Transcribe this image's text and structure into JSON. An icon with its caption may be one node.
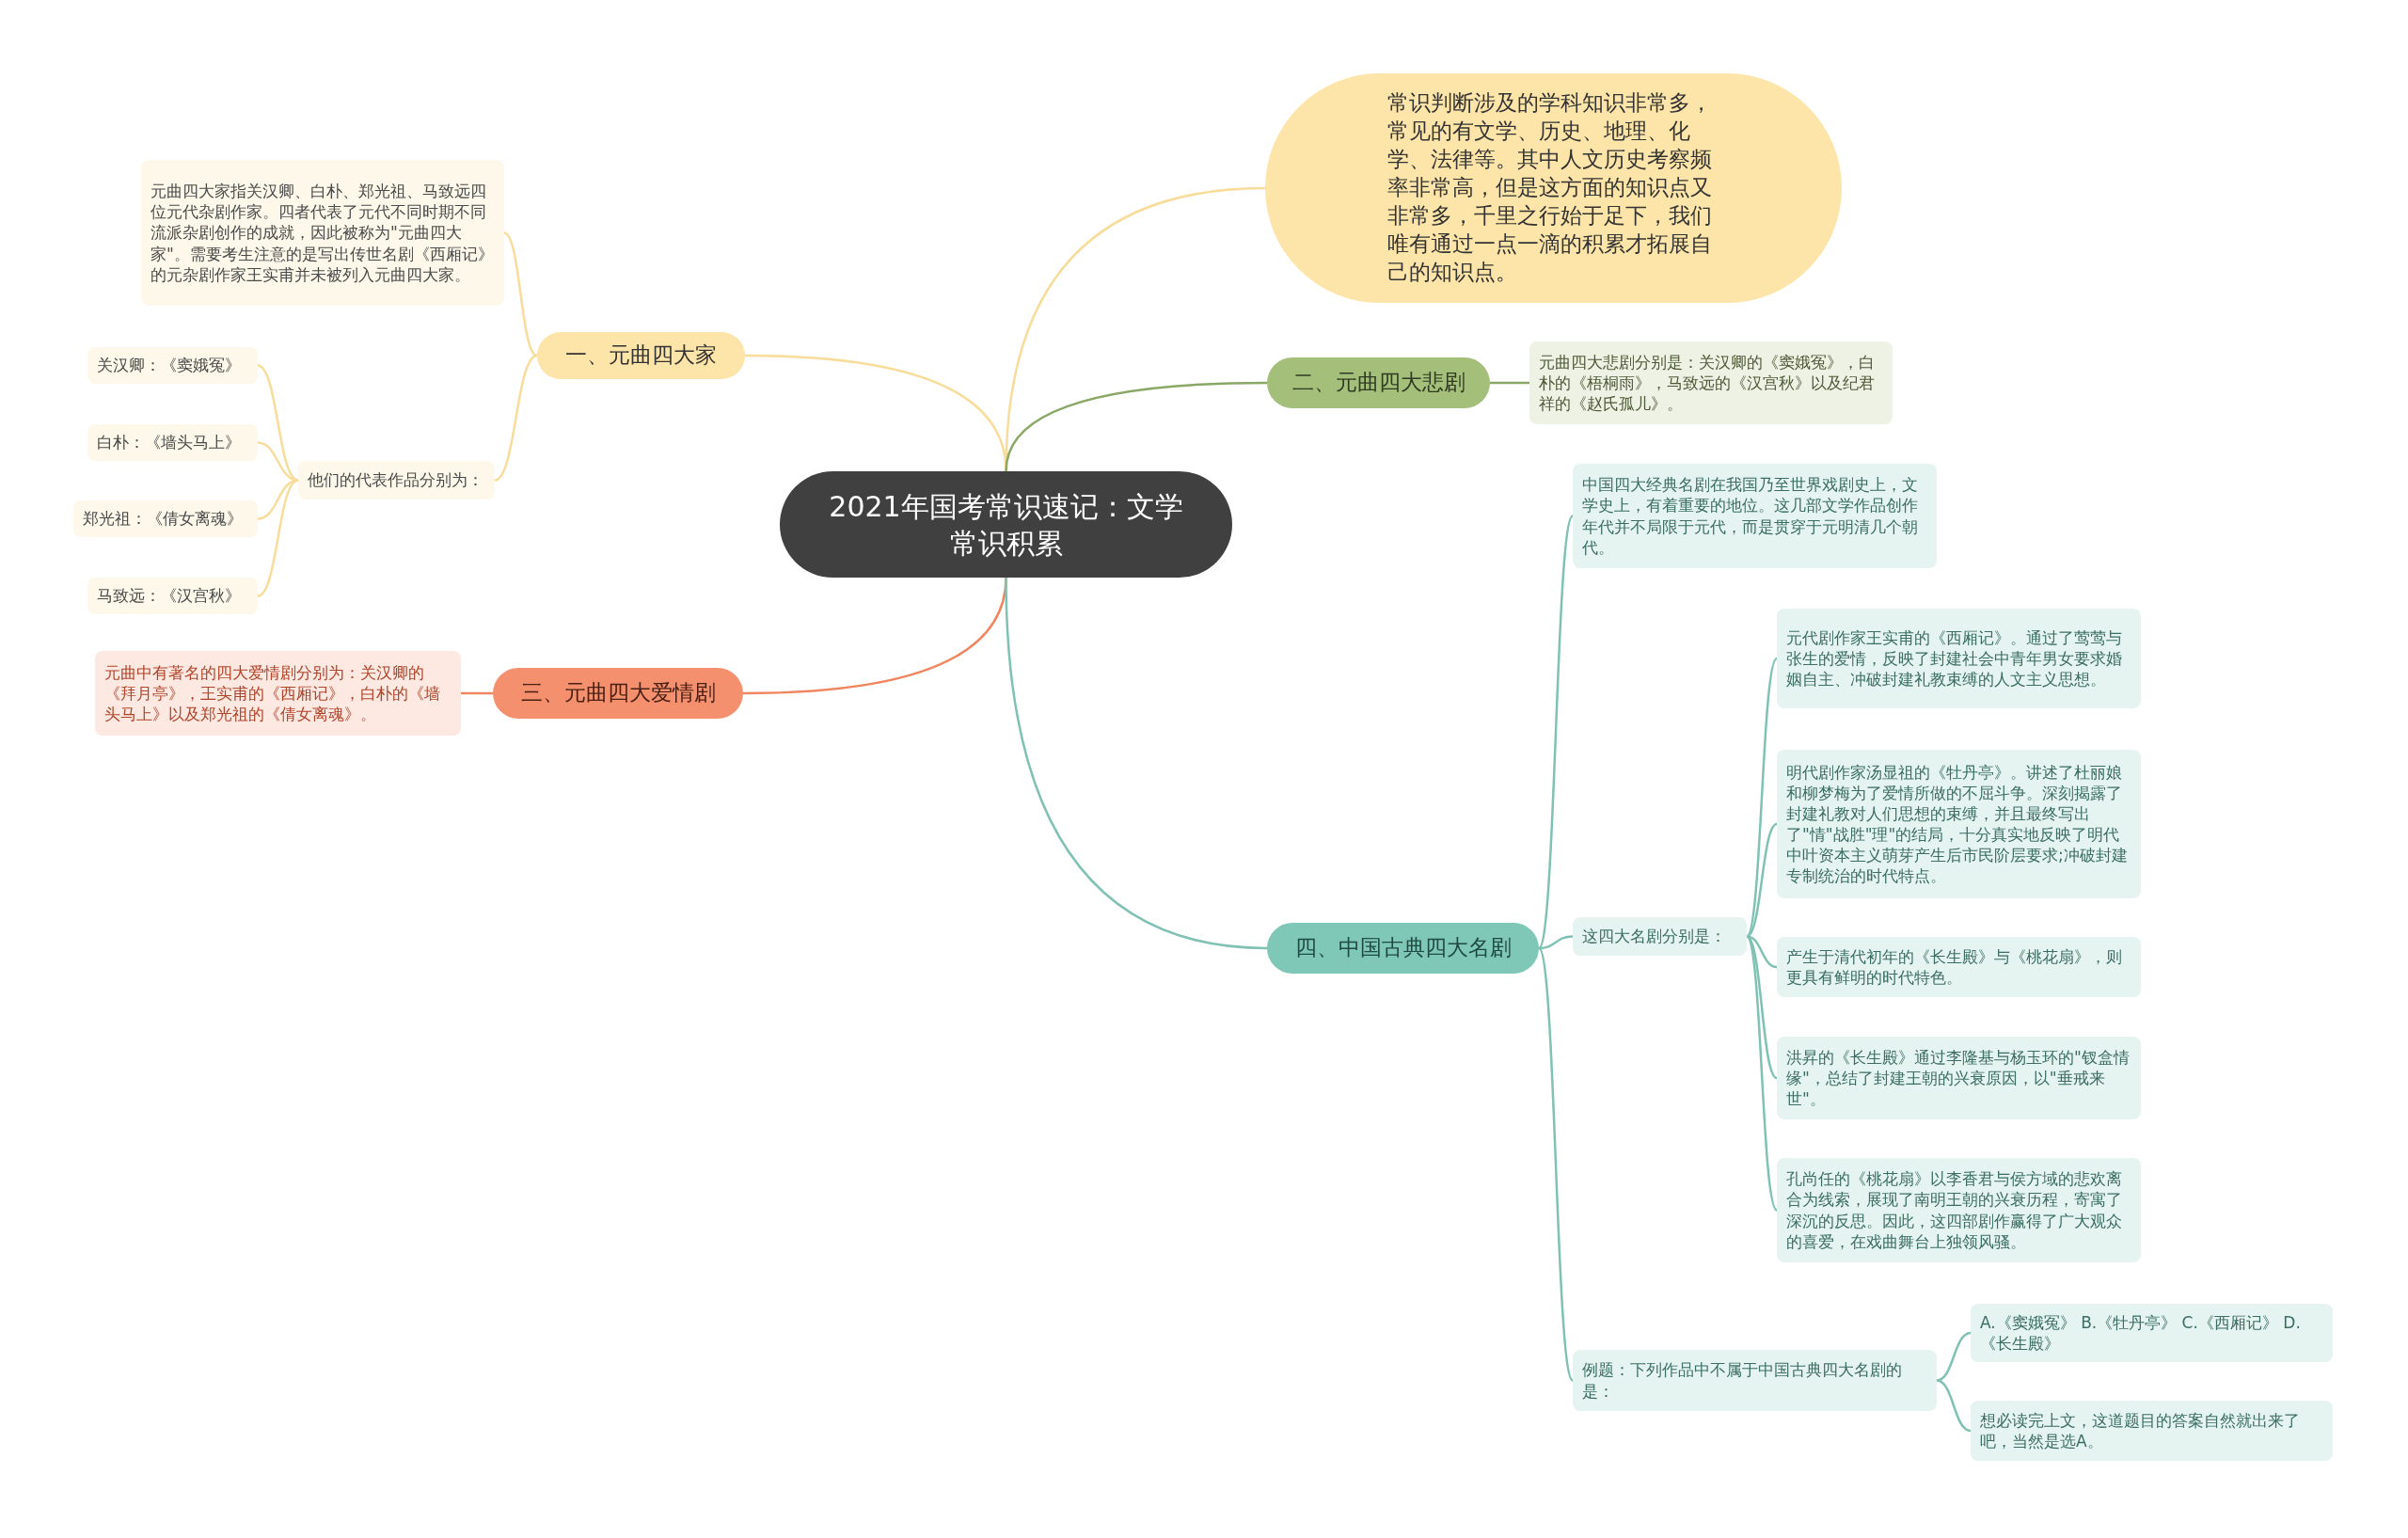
{
  "diagram": {
    "nodes": [
      {
        "text": [
          "2021年国考常识速记：文学常识积累"
        ]
      },
      {
        "text": [
          "常识判断涉及的学科知识非常多，常见的有文学、历史、地理、化学、法律等。其中人文历史考察频率非常高，但是这方面的知识点又非常多，千里之行始于足下，我们唯有通过一点一滴的积累才拓展自己的知识点。"
        ]
      },
      {
        "text": [
          "一、元曲四大家"
        ]
      },
      {
        "text": [
          "元曲四大家指关汉卿、白朴、郑光祖、马致远四位元代杂剧作家。四者代表了元代不同时期不同流派杂剧创作的成就，因此被称为\"元曲四大家\"。需要考生注意的是写出传世名剧《西厢记》的元杂剧作家王实甫并未被列入元曲四大家。"
        ]
      },
      {
        "text": [
          "他们的代表作品分别为："
        ]
      },
      {
        "text": [
          "关汉卿：《窦娥冤》"
        ]
      },
      {
        "text": [
          "白朴：《墙头马上》"
        ]
      },
      {
        "text": [
          "郑光祖：《倩女离魂》"
        ]
      },
      {
        "text": [
          "马致远：《汉宫秋》"
        ]
      },
      {
        "text": [
          "二、元曲四大悲剧"
        ]
      },
      {
        "text": [
          "元曲四大悲剧分别是：关汉卿的《窦娥冤》，白朴的《梧桐雨》，马致远的《汉宫秋》以及纪君祥的《赵氏孤儿》。"
        ]
      },
      {
        "text": [
          "三、元曲四大爱情剧"
        ]
      },
      {
        "text": [
          "元曲中有著名的四大爱情剧分别为：关汉卿的《拜月亭》，王实甫的《西厢记》，白朴的《墙头马上》以及郑光祖的《倩女离魂》。"
        ]
      },
      {
        "text": [
          "四、中国古典四大名剧"
        ]
      },
      {
        "text": [
          "中国四大经典名剧在我国乃至世界戏剧史上，文学史上，有着重要的地位。这几部文学作品创作年代并不局限于元代，而是贯穿于元明清几个朝代。"
        ]
      },
      {
        "text": [
          "这四大名剧分别是："
        ]
      },
      {
        "text": [
          "元代剧作家王实甫的《西厢记》。通过了莺莺与张生的爱情，反映了封建社会中青年男女要求婚姻自主、冲破封建礼教束缚的人文主义思想。"
        ]
      },
      {
        "text": [
          "明代剧作家汤显祖的《牡丹亭》。讲述了杜丽娘和柳梦梅为了爱情所做的不屈斗争。深刻揭露了封建礼教对人们思想的束缚，并且最终写出了\"情\"战胜\"理\"的结局，十分真实地反映了明代中叶资本主义萌芽产生后市民阶层要求;冲破封建专制统治的时代特点。"
        ]
      },
      {
        "text": [
          "产生于清代初年的《长生殿》与《桃花扇》，则更具有鲜明的时代特色。"
        ]
      },
      {
        "text": [
          "洪昇的《长生殿》通过李隆基与杨玉环的\"钗盒情缘\"，总结了封建王朝的兴衰原因，以\"垂戒来世\"。"
        ]
      },
      {
        "text": [
          "孔尚任的《桃花扇》以李香君与侯方域的悲欢离合为线索，展现了南明王朝的兴衰历程，寄寓了深沉的反思。因此，这四部剧作赢得了广大观众的喜爱，在戏曲舞台上独领风骚。"
        ]
      },
      {
        "text": [
          "例题：下列作品中不属于中国古典四大名剧的是："
        ]
      },
      {
        "text": [
          "A.《窦娥冤》 B.《牡丹亭》 C.《西厢记》 D.《长生殿》"
        ]
      },
      {
        "text": [
          "想必读完上文，这道题目的答案自然就出来了吧，当然是选A。"
        ]
      }
    ],
    "edges": [
      {
        "from": 0,
        "to": 1,
        "arrow": "none",
        "color": "#f8dc9a"
      },
      {
        "from": 0,
        "to": 2,
        "arrow": "none",
        "color": "#f8dc9a"
      },
      {
        "from": 2,
        "to": 3,
        "arrow": "none",
        "color": "#f8dc9a"
      },
      {
        "from": 2,
        "to": 4,
        "arrow": "none",
        "color": "#f8dc9a"
      },
      {
        "from": 4,
        "to": 5,
        "arrow": "none",
        "color": "#f8dc9a"
      },
      {
        "from": 4,
        "to": 6,
        "arrow": "none",
        "color": "#f8dc9a"
      },
      {
        "from": 4,
        "to": 7,
        "arrow": "none",
        "color": "#f8dc9a"
      },
      {
        "from": 4,
        "to": 8,
        "arrow": "none",
        "color": "#f8dc9a"
      },
      {
        "from": 0,
        "to": 9,
        "arrow": "none",
        "color": "#8aa865"
      },
      {
        "from": 9,
        "to": 10,
        "arrow": "none",
        "color": "#8aa865"
      },
      {
        "from": 0,
        "to": 11,
        "arrow": "none",
        "color": "#ef8660"
      },
      {
        "from": 11,
        "to": 12,
        "arrow": "none",
        "color": "#ef8660"
      },
      {
        "from": 0,
        "to": 13,
        "arrow": "none"
      },
      {
        "from": 13,
        "to": 14,
        "arrow": "none"
      },
      {
        "from": 13,
        "to": 15,
        "arrow": "none"
      },
      {
        "from": 15,
        "to": 16,
        "arrow": "none"
      },
      {
        "from": 15,
        "to": 17,
        "arrow": "none"
      },
      {
        "from": 15,
        "to": 18,
        "arrow": "none"
      },
      {
        "from": 15,
        "to": 19,
        "arrow": "none"
      },
      {
        "from": 15,
        "to": 20,
        "arrow": "none"
      },
      {
        "from": 13,
        "to": 21,
        "arrow": "none"
      },
      {
        "from": 21,
        "to": 22,
        "arrow": "none"
      },
      {
        "from": 21,
        "to": 23,
        "arrow": "none"
      }
    ]
  }
}
